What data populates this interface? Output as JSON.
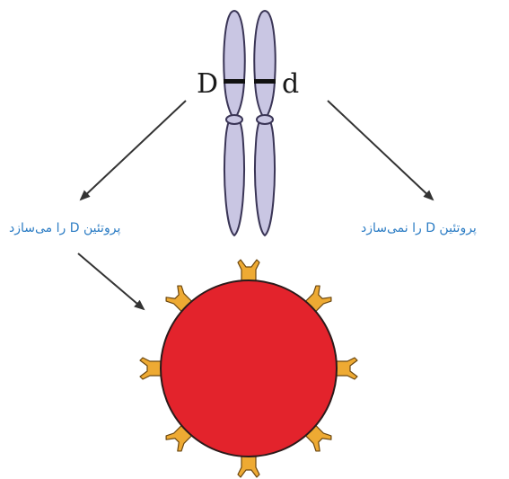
{
  "alleles": {
    "dominant": "D",
    "recessive": "d"
  },
  "labels": {
    "left": "پروتئین D را می‌سازد",
    "right": "پروتئین D را نمی‌سازد"
  },
  "colors": {
    "chromosome": "#c9c6e3",
    "chromosome_outline": "#3a3556",
    "cell": "#e3232c",
    "cell_outline": "#2b1a1a",
    "receptor": "#eeaa33",
    "receptor_outline": "#6b4710",
    "arrow": "#333333",
    "caption": "#2b7cc4"
  },
  "receptor_count": 8
}
